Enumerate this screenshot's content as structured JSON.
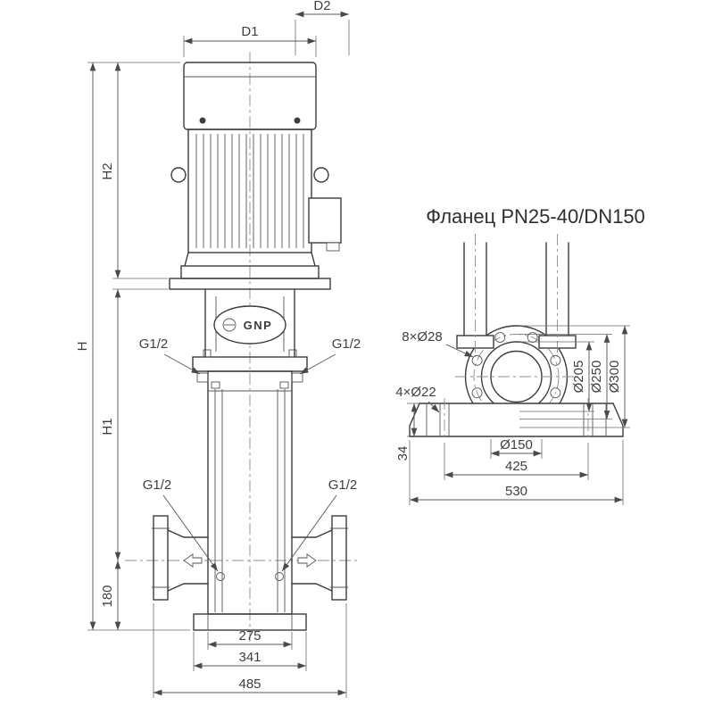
{
  "left_view": {
    "dims": {
      "d1": "D1",
      "d2": "D2",
      "h": "H",
      "h1": "H1",
      "h2": "H2",
      "port_height": "180",
      "w_inner": "275",
      "w_mid": "341",
      "w_outer": "485",
      "thread_port": "G1/2"
    },
    "brand": "GNP"
  },
  "flange_view": {
    "title": "Фланец PN25-40/DN150",
    "dims": {
      "bolt_flange": "8×Ø28",
      "bolt_base": "4×Ø22",
      "d205": "Ø205",
      "d250": "Ø250",
      "d300": "Ø300",
      "d150": "Ø150",
      "w425": "425",
      "w530": "530",
      "h34": "34"
    }
  }
}
